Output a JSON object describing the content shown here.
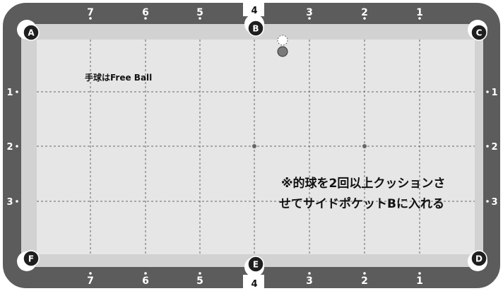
{
  "table": {
    "colors": {
      "rail": "#5c5c5c",
      "cushion": "#d2d2d2",
      "felt": "#e6e6e6",
      "pocket": "#1e1e1e",
      "grid": "#666666",
      "diamond": "#ffffff"
    }
  },
  "top_rail_labels": [
    "7",
    "6",
    "5",
    "4",
    "3",
    "2",
    "1"
  ],
  "bottom_rail_labels": [
    "7",
    "6",
    "5",
    "4",
    "3",
    "2",
    "1"
  ],
  "left_rail_labels": [
    "1",
    "2",
    "3"
  ],
  "right_rail_labels": [
    "1",
    "2",
    "3"
  ],
  "pockets": [
    "A",
    "B",
    "C",
    "D",
    "E",
    "F"
  ],
  "cue_ball_note": "手球はFree Ball",
  "instruction_lines": [
    "※的球を2回以上クッションさ",
    "せてサイドポケットBに入れる"
  ],
  "balls": [
    {
      "id": "ghost-ball",
      "style": "outline-dashed"
    },
    {
      "id": "object-ball",
      "style": "gray-filled"
    }
  ]
}
